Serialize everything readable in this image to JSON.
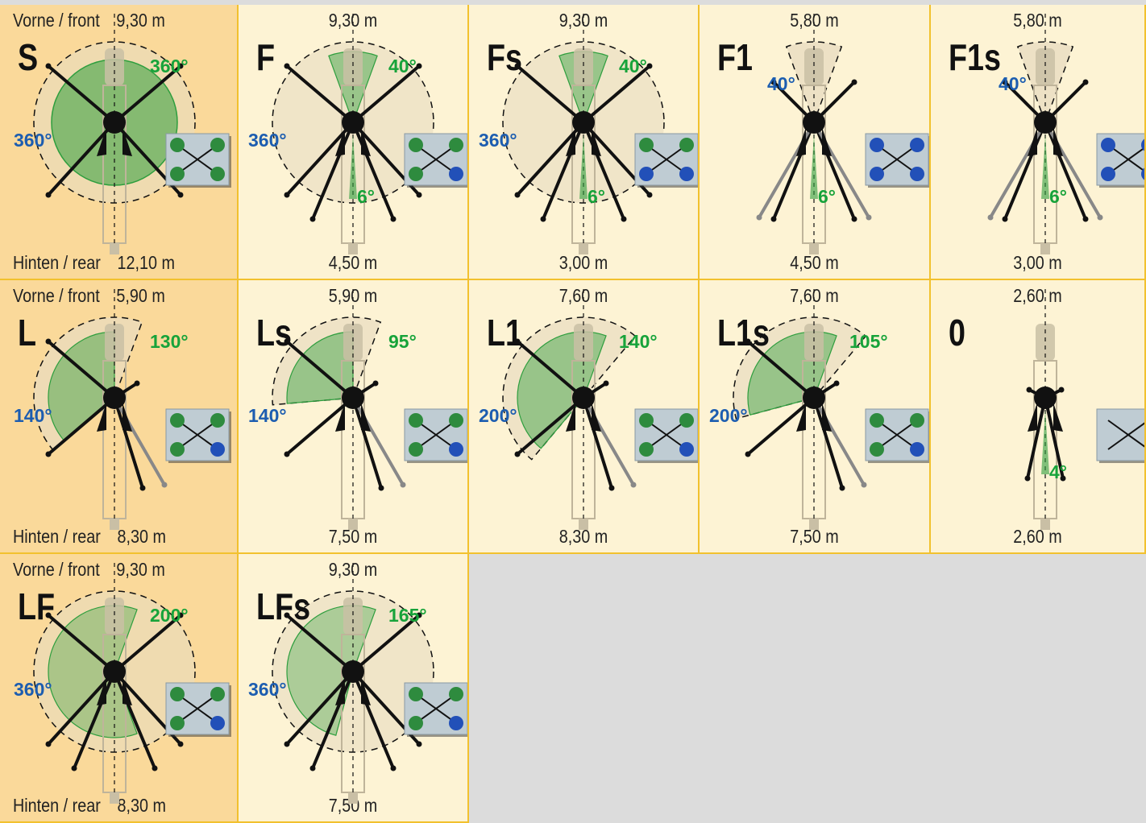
{
  "legend": {
    "front_label": "Vorne / front",
    "rear_label": "Hinten / rear"
  },
  "colors": {
    "panel": "#fdf3d4",
    "panel_first_column": "#fad99a",
    "border": "#f2c12e",
    "empty": "#dcdcdc",
    "green_zone": "#2e9e3e",
    "angle_green": "#17a33a",
    "angle_blue": "#1c5db0",
    "outrigger": "#000000"
  },
  "modes": [
    {
      "code": "S",
      "front": "9,30 m",
      "rear": "12,10 m",
      "angle_green": "360°",
      "angle_blue": "360°",
      "angle_rear": "",
      "legs": [
        "green",
        "green",
        "green",
        "green"
      ]
    },
    {
      "code": "F",
      "front": "9,30 m",
      "rear": "4,50 m",
      "angle_green": "40°",
      "angle_blue": "360°",
      "angle_rear": "6°",
      "legs": [
        "green",
        "green",
        "green",
        "blue"
      ]
    },
    {
      "code": "Fs",
      "front": "9,30 m",
      "rear": "3,00 m",
      "angle_green": "40°",
      "angle_blue": "360°",
      "angle_rear": "6°",
      "legs": [
        "green",
        "green",
        "blue",
        "blue"
      ]
    },
    {
      "code": "F1",
      "front": "5,80 m",
      "rear": "4,50 m",
      "angle_green": "",
      "angle_blue": "40°",
      "angle_rear": "6°",
      "legs": [
        "blue",
        "blue",
        "blue",
        "blue"
      ]
    },
    {
      "code": "F1s",
      "front": "5,80 m",
      "rear": "3,00 m",
      "angle_green": "",
      "angle_blue": "40°",
      "angle_rear": "6°",
      "legs": [
        "blue",
        "blue",
        "blue",
        "blue"
      ]
    },
    {
      "code": "L",
      "front": "5,90 m",
      "rear": "8,30 m",
      "angle_green": "130°",
      "angle_blue": "140°",
      "angle_rear": "",
      "legs": [
        "green",
        "green",
        "green",
        "blue"
      ]
    },
    {
      "code": "Ls",
      "front": "5,90 m",
      "rear": "7,50 m",
      "angle_green": "95°",
      "angle_blue": "140°",
      "angle_rear": "",
      "legs": [
        "green",
        "green",
        "green",
        "blue"
      ]
    },
    {
      "code": "L1",
      "front": "7,60 m",
      "rear": "8,30 m",
      "angle_green": "140°",
      "angle_blue": "200°",
      "angle_rear": "",
      "legs": [
        "green",
        "green",
        "green",
        "blue"
      ]
    },
    {
      "code": "L1s",
      "front": "7,60 m",
      "rear": "7,50 m",
      "angle_green": "105°",
      "angle_blue": "200°",
      "angle_rear": "",
      "legs": [
        "green",
        "green",
        "green",
        "blue"
      ]
    },
    {
      "code": "0",
      "front": "2,60 m",
      "rear": "2,60 m",
      "angle_green": "",
      "angle_blue": "",
      "angle_rear": "4°",
      "legs": [
        "none",
        "none",
        "none",
        "none"
      ]
    },
    {
      "code": "LF",
      "front": "9,30 m",
      "rear": "8,30 m",
      "angle_green": "200°",
      "angle_blue": "360°",
      "angle_rear": "",
      "legs": [
        "green",
        "green",
        "green",
        "blue"
      ]
    },
    {
      "code": "LFs",
      "front": "9,30 m",
      "rear": "7,50 m",
      "angle_green": "165°",
      "angle_blue": "360°",
      "angle_rear": "",
      "legs": [
        "green",
        "green",
        "green",
        "blue"
      ]
    }
  ]
}
